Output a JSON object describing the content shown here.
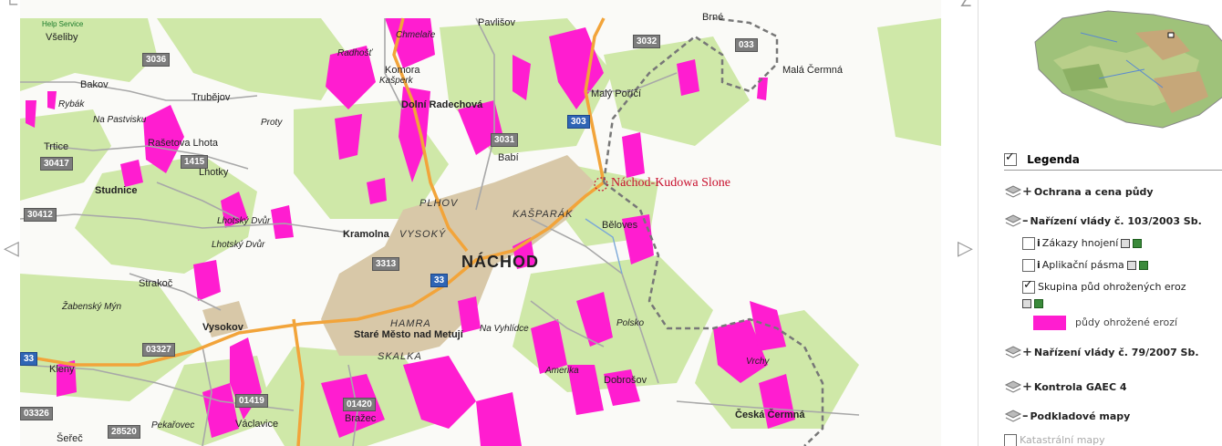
{
  "map": {
    "help_link": "Help Service",
    "places": {
      "vselby": "Všeliby",
      "bakov": "Bakov",
      "rybak": "Rybák",
      "na_pastvisku": "Na Pastvisku",
      "trtice": "Trtice",
      "trubejov": "Trubějov",
      "proty": "Proty",
      "rasetova_lhota": "Rašetova Lhota",
      "lhotky": "Lhotky",
      "studnice": "Studnice",
      "lhotsky_dvur1": "Lhotský Dvůr",
      "lhotsky_dvur2": "Lhotský Dvůr",
      "strakoc": "Strakoč",
      "zabensky_myn": "Žabenský Mýn",
      "vysokov": "Vysokov",
      "kleny": "Kleny",
      "serec": "Šeřeč",
      "pekarovec": "Pekařovec",
      "vaclavice": "Václavice",
      "brazec": "Bražec",
      "chmelar": "Chmelaře",
      "radhost": "Radhošť",
      "komora": "Komora",
      "kasperk": "Kašperk",
      "dolni_radechova": "Dolní Radechová",
      "pavlisov": "Pavlišov",
      "babi": "Babí",
      "plhov": "PLHOV",
      "kasparak": "KAŠPARÁK",
      "vysoky": "VYSOKÝ",
      "kramolna": "Kramolna",
      "nachod": "NÁCHOD",
      "hamra": "HAMRA",
      "stare_mesto": "Staré Město nad Metují",
      "skalka": "SKALKA",
      "na_vyhlidce": "Na Vyhlídce",
      "amerika": "Amerika",
      "polsko": "Polsko",
      "dobrosov": "Dobrošov",
      "beloves": "Běloves",
      "maly_porici": "Malý Poříčí",
      "mala_cermna": "Malá Čermná",
      "brne": "Brné",
      "ceska_cermna": "Česká Čermná",
      "vrchy": "Vrchy",
      "nachod_kudowa": "Náchod-Kudowa Slone"
    },
    "roads": {
      "r3036": "3036",
      "r30417": "30417",
      "r1415": "1415",
      "r30412": "30412",
      "r3032": "3032",
      "r033": "033",
      "r303": "303",
      "r3031": "3031",
      "r33a": "33",
      "r33b": "33",
      "r03327": "03327",
      "r3313": "3313",
      "r01419": "01419",
      "r01420": "01420",
      "r03326": "03326",
      "r28520": "28520"
    }
  },
  "panel": {
    "legend_title": "Legenda",
    "groups": [
      {
        "label": "Ochrana a cena půdy",
        "state": "collapsed"
      },
      {
        "label": "Nařízení vlády č. 103/2003 Sb.",
        "state": "expanded"
      },
      {
        "label": "Nařízení vlády č. 79/2007 Sb.",
        "state": "collapsed"
      },
      {
        "label": "Kontrola GAEC 4",
        "state": "collapsed"
      },
      {
        "label": "Podkladové mapy",
        "state": "expanded"
      }
    ],
    "sublayers": [
      {
        "label": "Zákazy hnojení",
        "checked": false
      },
      {
        "label": "Aplikační pásma",
        "checked": false
      },
      {
        "label": "Skupina půd ohrožených eroz",
        "checked": true
      }
    ],
    "legend_item": "půdy ohrožené erozí",
    "legend_item_color": "#ff1dd0",
    "last_layer": "Katastrální mapy"
  },
  "colors": {
    "erosion": "#ff1dd0",
    "forest": "#cfe8a8",
    "urban": "#d8c8a8",
    "highway": "#f2a43a"
  }
}
